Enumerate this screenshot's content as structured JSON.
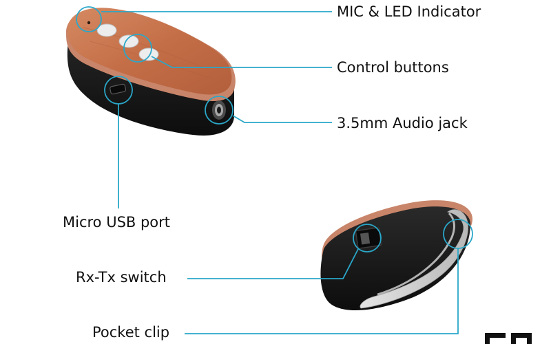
{
  "labels": {
    "mic_led": "MIC & LED Indicator",
    "control_buttons": "Control buttons",
    "audio_jack": "3.5mm Audio jack",
    "micro_usb": "Micro USB port",
    "rx_tx_switch": "Rx-Tx switch",
    "pocket_clip": "Pocket clip"
  },
  "colors": {
    "callout": "#2aa7c9",
    "device_body": "#1a1a1a",
    "wood_top": "#c5714a",
    "copper_rim": "#c8856a",
    "clip": "#cfcfcf",
    "button": "#eeeeee"
  },
  "icons": {
    "corner_logo": "brand-logo-icon"
  }
}
